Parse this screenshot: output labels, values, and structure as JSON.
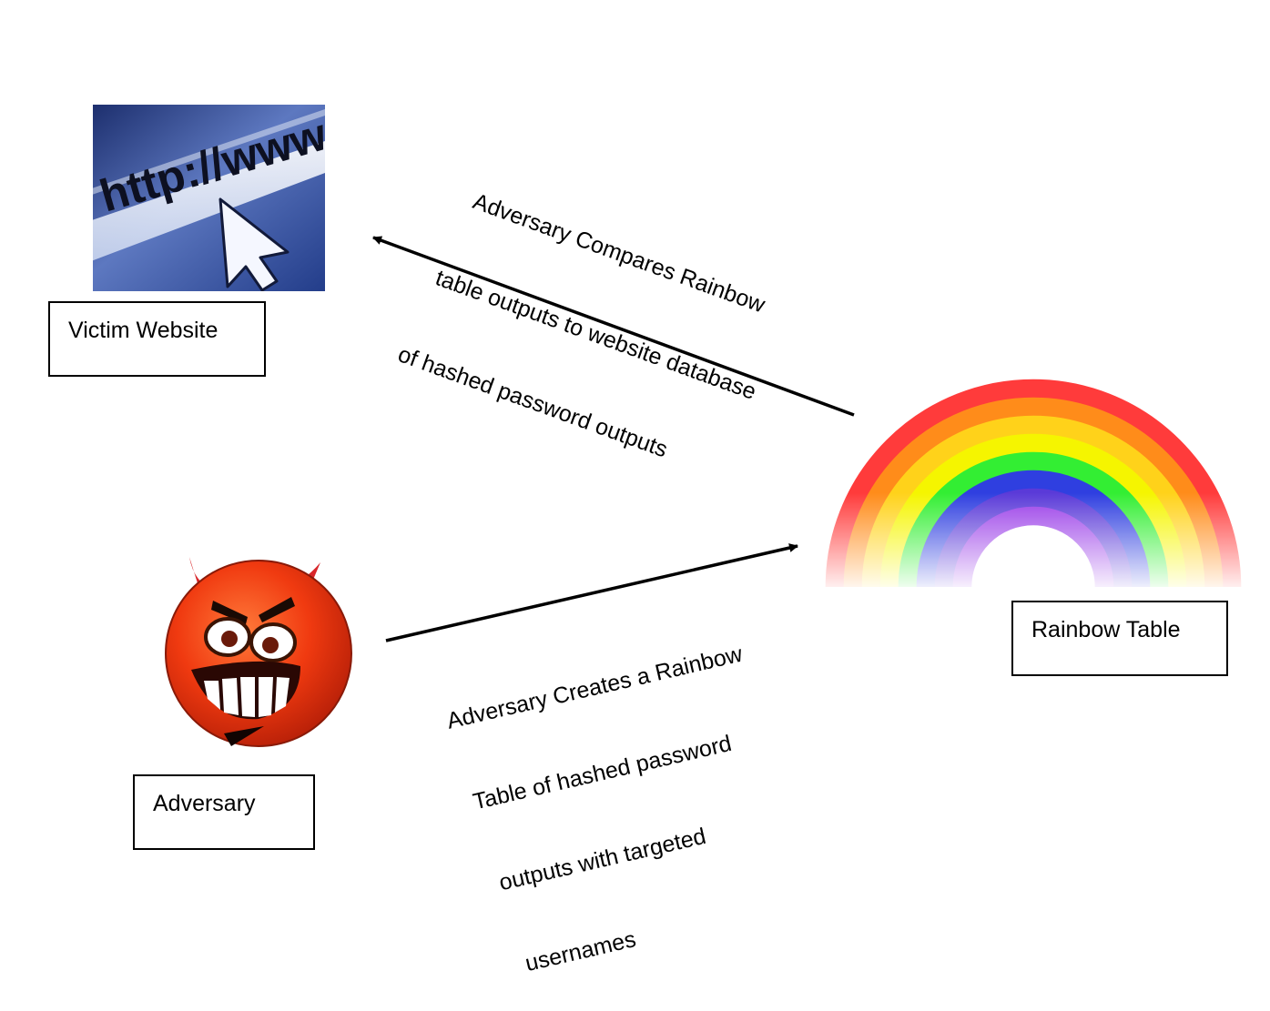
{
  "nodes": {
    "website": {
      "label": "Victim Website",
      "banner_text": "http://www",
      "icon": "browser-url-cursor-icon"
    },
    "adversary": {
      "label": "Adversary",
      "icon": "devil-smiley-icon"
    },
    "rainbow": {
      "label": "Rainbow Table",
      "icon": "rainbow-icon"
    }
  },
  "edges": [
    {
      "from": "adversary",
      "to": "rainbow",
      "caption_lines": [
        "Adversary Creates a Rainbow",
        "Table of hashed password",
        "outputs with targeted",
        "usernames"
      ]
    },
    {
      "from": "rainbow",
      "to": "website",
      "caption_lines": [
        "Adversary Compares Rainbow",
        "table outputs to website database",
        "of hashed password outputs"
      ]
    }
  ],
  "colors": {
    "rainbow_bands": [
      "#ff3b3b",
      "#ff8c1a",
      "#ffd21a",
      "#f5f500",
      "#33ee33",
      "#2f3fe0",
      "#5a3ad8",
      "#9a3ee8"
    ],
    "devil_face": "#f03a10",
    "url_banner": "#2b4aa0"
  }
}
